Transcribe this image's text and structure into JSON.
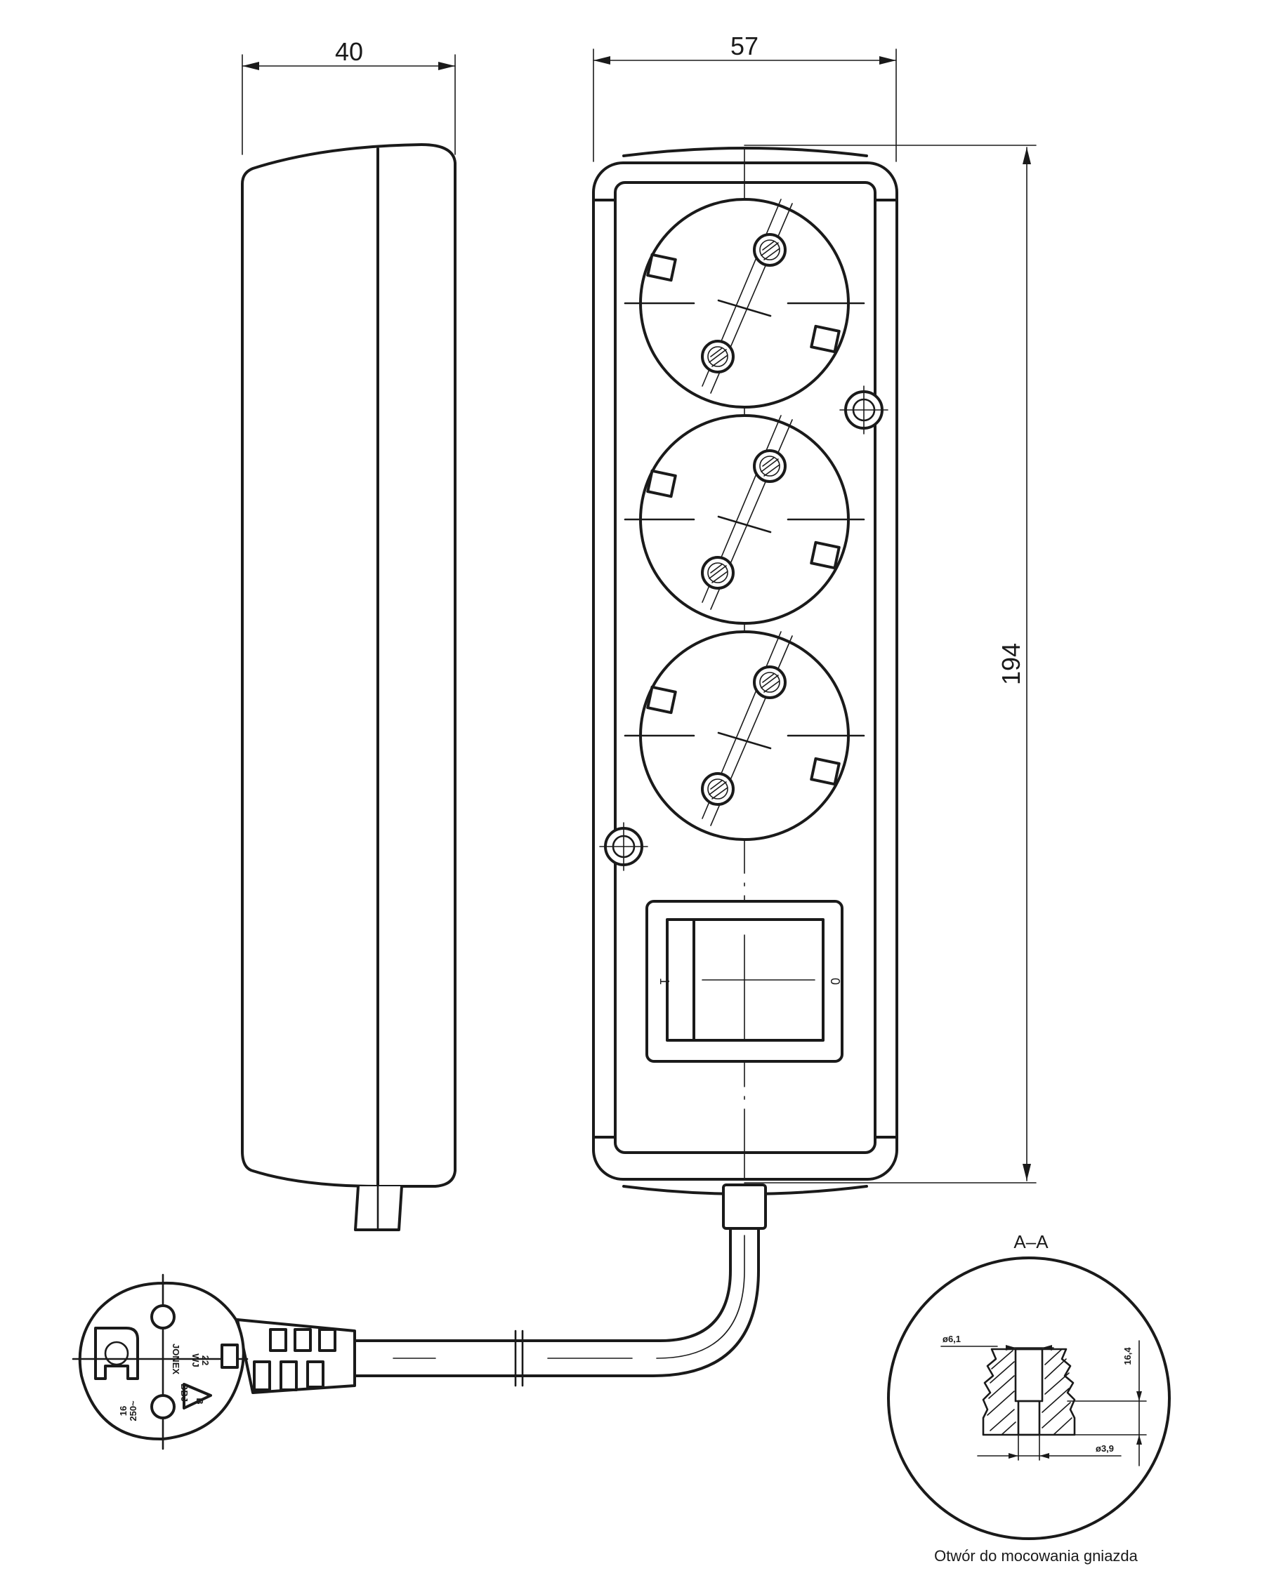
{
  "dimensions": {
    "width_label": "40",
    "front_width_label": "57",
    "height_label": "194"
  },
  "switch": {
    "on_label": "1",
    "off_label": "0"
  },
  "plug": {
    "brand": "JONEX",
    "rating_current": "16",
    "rating_voltage": "250~",
    "code_a": "WJ",
    "code_b": "22",
    "cert_mark": "B",
    "cert_prefix": "BBJ"
  },
  "section": {
    "title": "A–A",
    "dia_outer": "ø6,1",
    "dia_inner": "ø3,9",
    "depth": "16,4",
    "caption": "Otwór do mocowania gniazda"
  }
}
